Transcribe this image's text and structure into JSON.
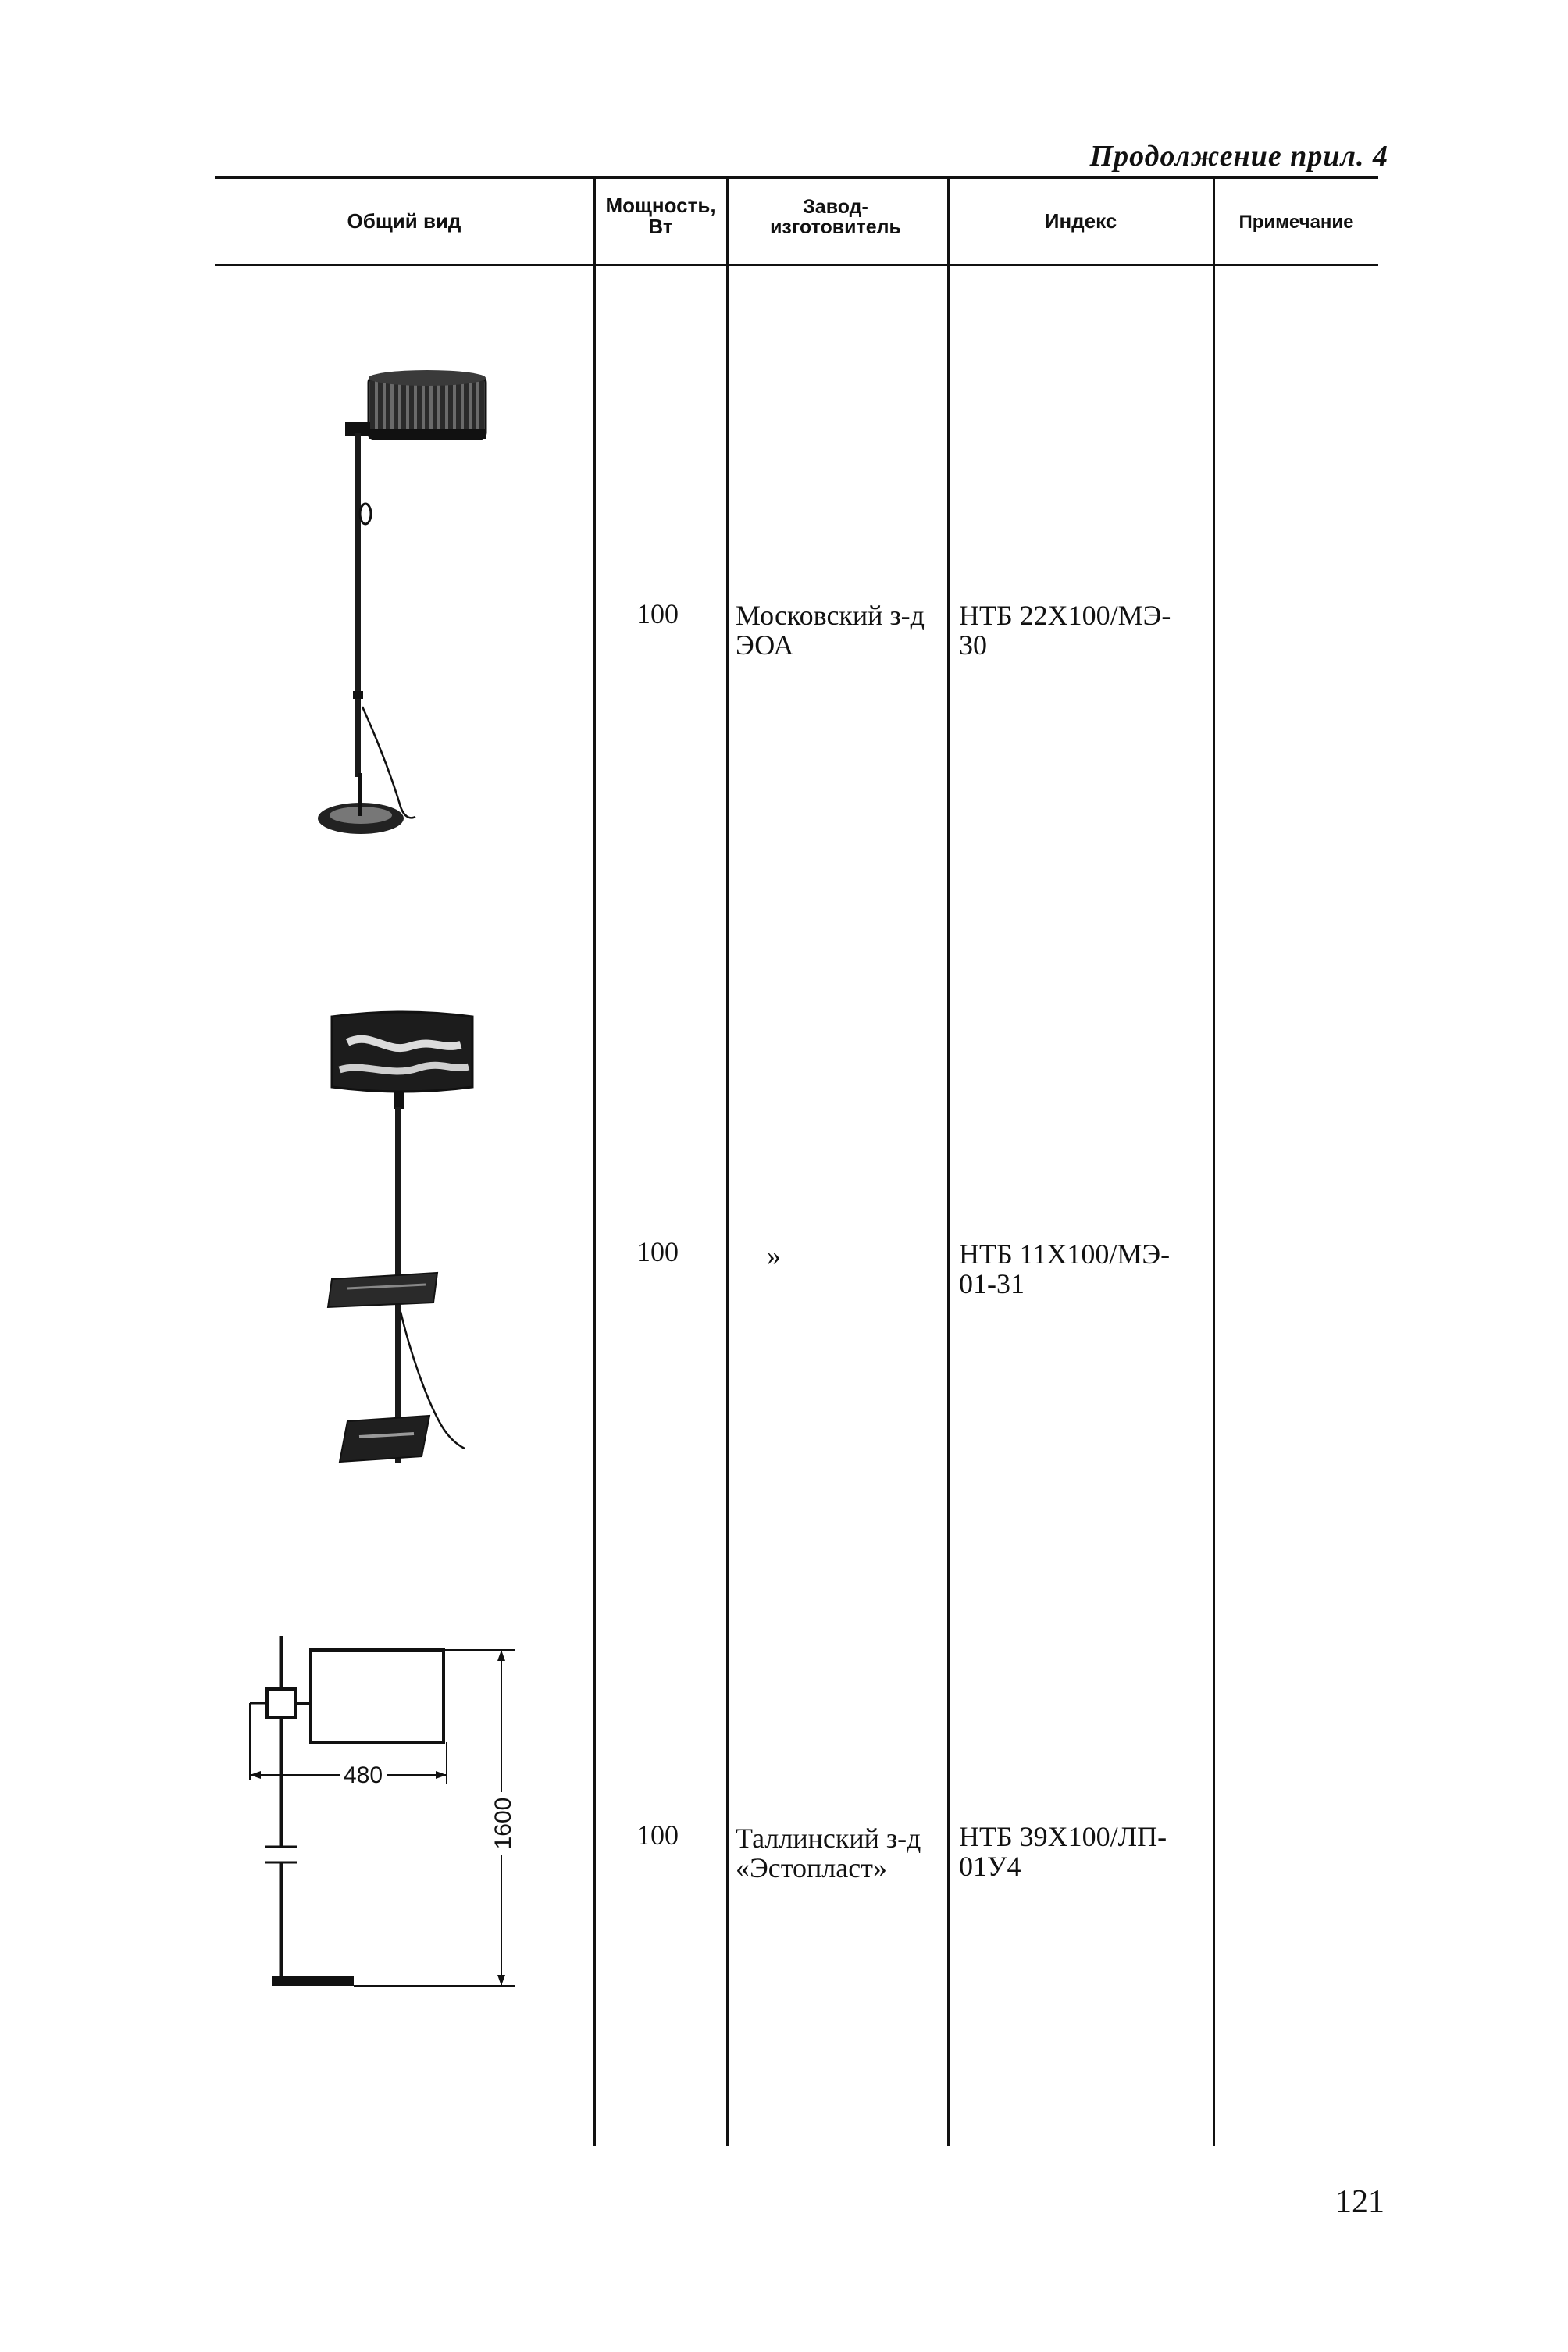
{
  "header": {
    "continuation": "Продолжение прил. 4"
  },
  "table": {
    "columns": [
      "Общий вид",
      "Мощность, Вт",
      "Завод-изготовитель",
      "Индекс",
      "Примечание"
    ],
    "rows": [
      {
        "power": "100",
        "manufacturer": [
          "Московский з-д",
          "ЭОА"
        ],
        "index": [
          "НТБ 22X100/МЭ-",
          "30"
        ],
        "note": ""
      },
      {
        "power": "100",
        "manufacturer": [
          "»"
        ],
        "index": [
          "НТБ 11X100/МЭ-",
          "01-31"
        ],
        "note": ""
      },
      {
        "power": "100",
        "manufacturer": [
          "Таллинский з-д",
          "«Эстопласт»"
        ],
        "index": [
          "НТБ 39X100/ЛП-",
          "01У4"
        ],
        "note": ""
      }
    ]
  },
  "drawing": {
    "width_label": "480",
    "height_label": "1600"
  },
  "footer": {
    "page_number": "121"
  }
}
